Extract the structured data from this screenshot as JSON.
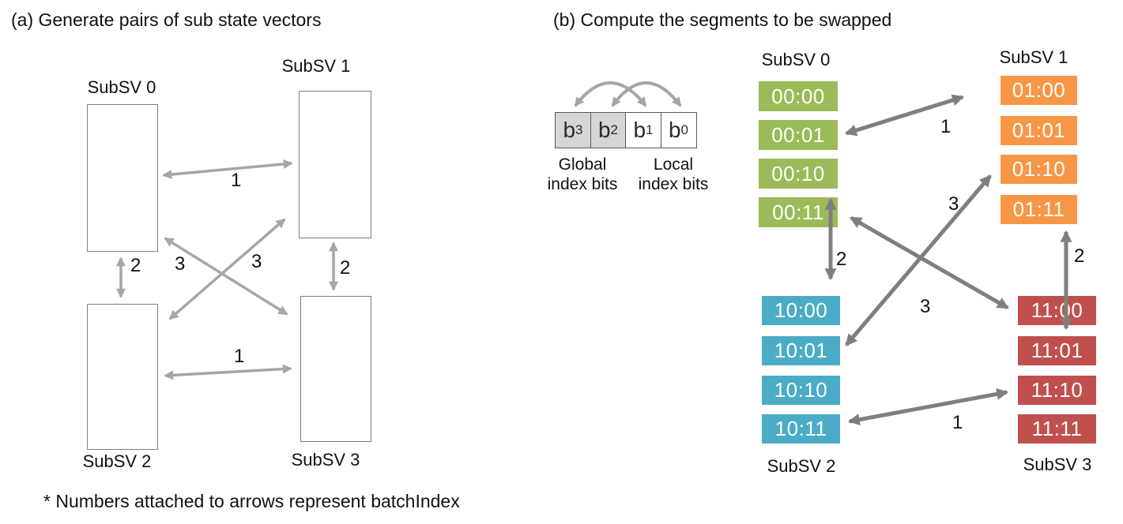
{
  "colors": {
    "green": "#9bbb59",
    "orange": "#f79646",
    "blue": "#4bacc6",
    "red": "#c0504d",
    "arrow_light": "#a6a6a6",
    "arrow_dark": "#7f7f7f",
    "bit_shaded": "#d6d6d6"
  },
  "panel_a": {
    "title": "(a) Generate pairs of sub state vectors",
    "boxes": [
      {
        "label": "SubSV 0"
      },
      {
        "label": "SubSV 1"
      },
      {
        "label": "SubSV 2"
      },
      {
        "label": "SubSV 3"
      }
    ],
    "arrow_labels": [
      {
        "text": "1"
      },
      {
        "text": "2"
      },
      {
        "text": "3"
      },
      {
        "text": "3"
      },
      {
        "text": "2"
      },
      {
        "text": "1"
      }
    ],
    "footnote": "* Numbers attached to arrows represent batchIndex"
  },
  "panel_b": {
    "title": "(b) Compute the segments to be swapped",
    "bit_diagram": {
      "cells": [
        {
          "base": "b",
          "sub": "3",
          "shaded": true
        },
        {
          "base": "b",
          "sub": "2",
          "shaded": true
        },
        {
          "base": "b",
          "sub": "1",
          "shaded": false
        },
        {
          "base": "b",
          "sub": "0",
          "shaded": false
        }
      ],
      "global_label": "Global index bits",
      "local_label": "Local index bits"
    },
    "columns": [
      {
        "label": "SubSV 0",
        "color": "green",
        "cells": [
          "00:00",
          "00:01",
          "00:10",
          "00:11"
        ]
      },
      {
        "label": "SubSV 1",
        "color": "orange",
        "cells": [
          "01:00",
          "01:01",
          "01:10",
          "01:11"
        ]
      },
      {
        "label": "SubSV 2",
        "color": "blue",
        "cells": [
          "10:00",
          "10:01",
          "10:10",
          "10:11"
        ]
      },
      {
        "label": "SubSV 3",
        "color": "red",
        "cells": [
          "11:00",
          "11:01",
          "11:10",
          "11:11"
        ]
      }
    ],
    "arrow_labels": [
      {
        "text": "1"
      },
      {
        "text": "2"
      },
      {
        "text": "3"
      },
      {
        "text": "3"
      },
      {
        "text": "2"
      },
      {
        "text": "1"
      }
    ]
  }
}
